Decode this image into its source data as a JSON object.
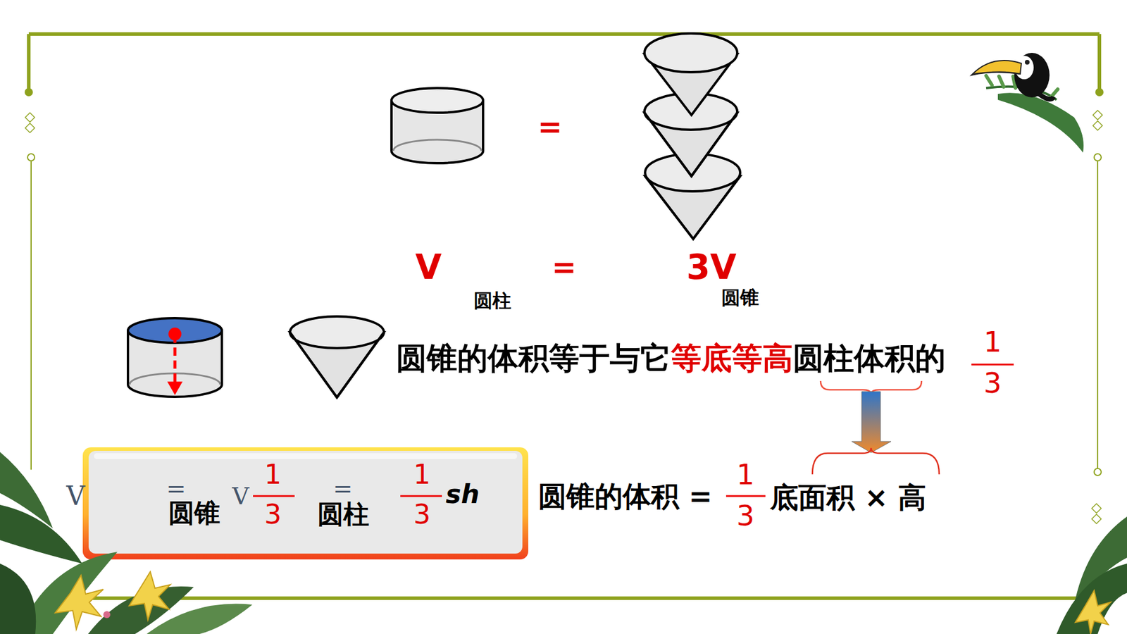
{
  "diagram": {
    "nodes": [
      {
        "text": [
          "=",
          "V",
          "圆锥",
          "1",
          "3",
          "=",
          "圆柱",
          "1",
          "3",
          "sh"
        ]
      }
    ],
    "labels": [
      "=",
      "V",
      "圆柱",
      "=",
      "3V",
      "圆锥",
      "圆锥的体积等于与它",
      "等底等高",
      "圆柱体积的",
      "1",
      "3",
      "V",
      "圆锥的体积 =",
      "1",
      "3",
      "底面积 × 高"
    ]
  }
}
